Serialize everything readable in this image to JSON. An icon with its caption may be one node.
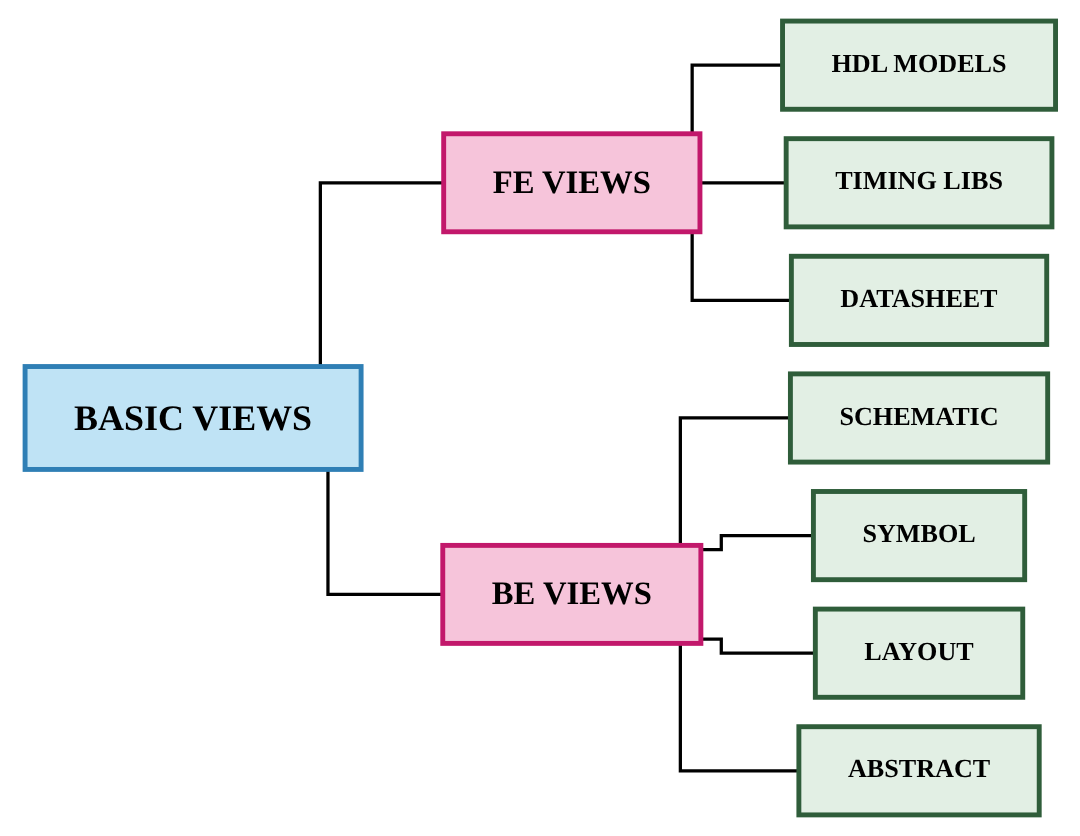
{
  "diagram": {
    "nodes": [
      {
        "text": [
          "BASIC VIEWS"
        ]
      },
      {
        "text": [
          "FE VIEWS"
        ]
      },
      {
        "text": [
          "BE VIEWS"
        ]
      },
      {
        "text": [
          "HDL MODELS"
        ]
      },
      {
        "text": [
          "TIMING LIBS"
        ]
      },
      {
        "text": [
          "DATASHEET"
        ]
      },
      {
        "text": [
          "SCHEMATIC"
        ]
      },
      {
        "text": [
          "SYMBOL"
        ]
      },
      {
        "text": [
          "LAYOUT"
        ]
      },
      {
        "text": [
          "ABSTRACT"
        ]
      }
    ],
    "edges": [
      {
        "from": 0,
        "to": 1,
        "arrow": "none"
      },
      {
        "from": 0,
        "to": 2,
        "arrow": "none"
      },
      {
        "from": 1,
        "to": 3,
        "arrow": "none"
      },
      {
        "from": 1,
        "to": 4,
        "arrow": "none"
      },
      {
        "from": 1,
        "to": 5,
        "arrow": "none"
      },
      {
        "from": 2,
        "to": 6,
        "arrow": "none"
      },
      {
        "from": 2,
        "to": 7,
        "arrow": "none"
      },
      {
        "from": 2,
        "to": 8,
        "arrow": "none"
      },
      {
        "from": 2,
        "to": 9,
        "arrow": "none"
      }
    ]
  }
}
